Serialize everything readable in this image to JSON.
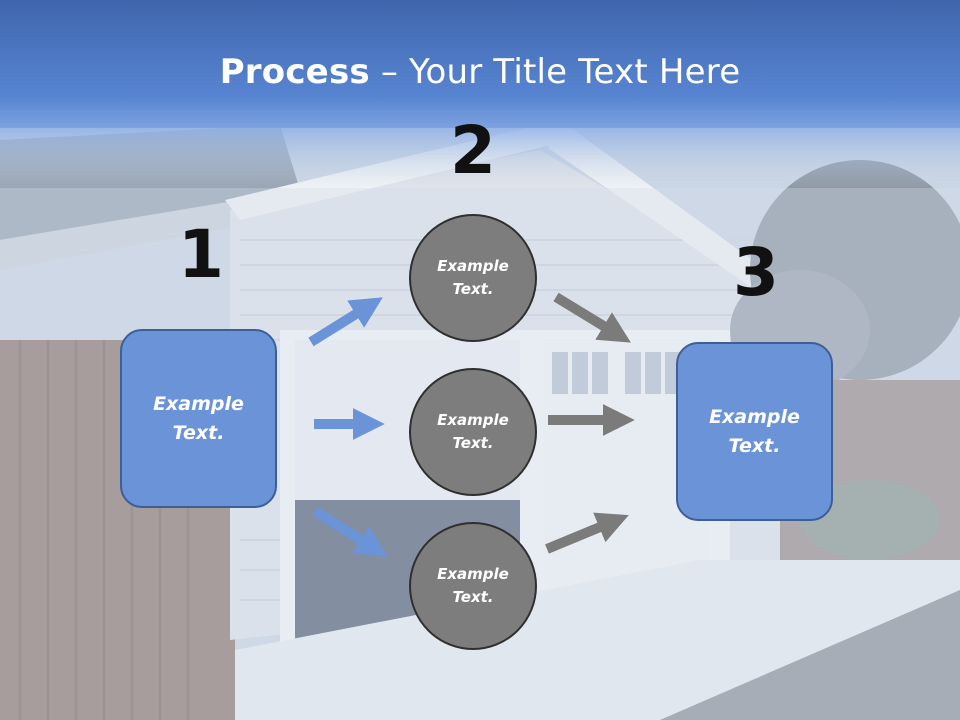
{
  "title": {
    "bold": "Process",
    "rest": " – Your Title Text Here"
  },
  "steps": [
    {
      "number": "1",
      "box": {
        "line1": "Example",
        "line2": "Text."
      }
    },
    {
      "number": "2",
      "circles": [
        {
          "line1": "Example",
          "line2": "Text."
        },
        {
          "line1": "Example",
          "line2": "Text."
        },
        {
          "line1": "Example",
          "line2": "Text."
        }
      ]
    },
    {
      "number": "3",
      "box": {
        "line1": "Example",
        "line2": "Text."
      }
    }
  ],
  "colors": {
    "banner": "#4d7dc9",
    "box_fill": "#6a93d8",
    "box_border": "#3e5f96",
    "circle_fill": "#7d7d7d",
    "blue_arrow": "#6a93d8",
    "gray_arrow": "#7b7b7b"
  }
}
